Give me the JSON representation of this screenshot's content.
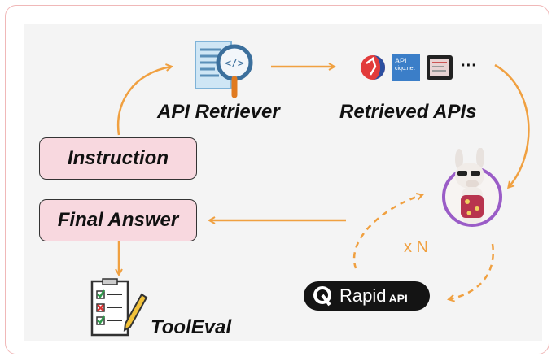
{
  "nodes": {
    "instruction": "Instruction",
    "final_answer": "Final Answer",
    "api_retriever": "API Retriever",
    "retrieved_apis": "Retrieved APIs",
    "tooleval": "ToolEval"
  },
  "loop_label": "x N",
  "rapidapi": {
    "brand": "Rapid",
    "suffix": "API"
  },
  "retrieved_logos": {
    "api_badge_line1": "API",
    "api_badge_line2": "ciqo.net",
    "more": "···"
  },
  "icons": [
    "document-code-search-icon",
    "basketball-logo-icon",
    "api-badge-icon",
    "tablet-app-icon",
    "llama-model-icon",
    "rapidapi-logo-icon",
    "checklist-icon"
  ],
  "colors": {
    "arrow": "#f0a040",
    "box_fill": "#f8d8df",
    "frame_border": "#f0b8b8",
    "llama_ring": "#9a5cc7",
    "pill": "#141414"
  }
}
